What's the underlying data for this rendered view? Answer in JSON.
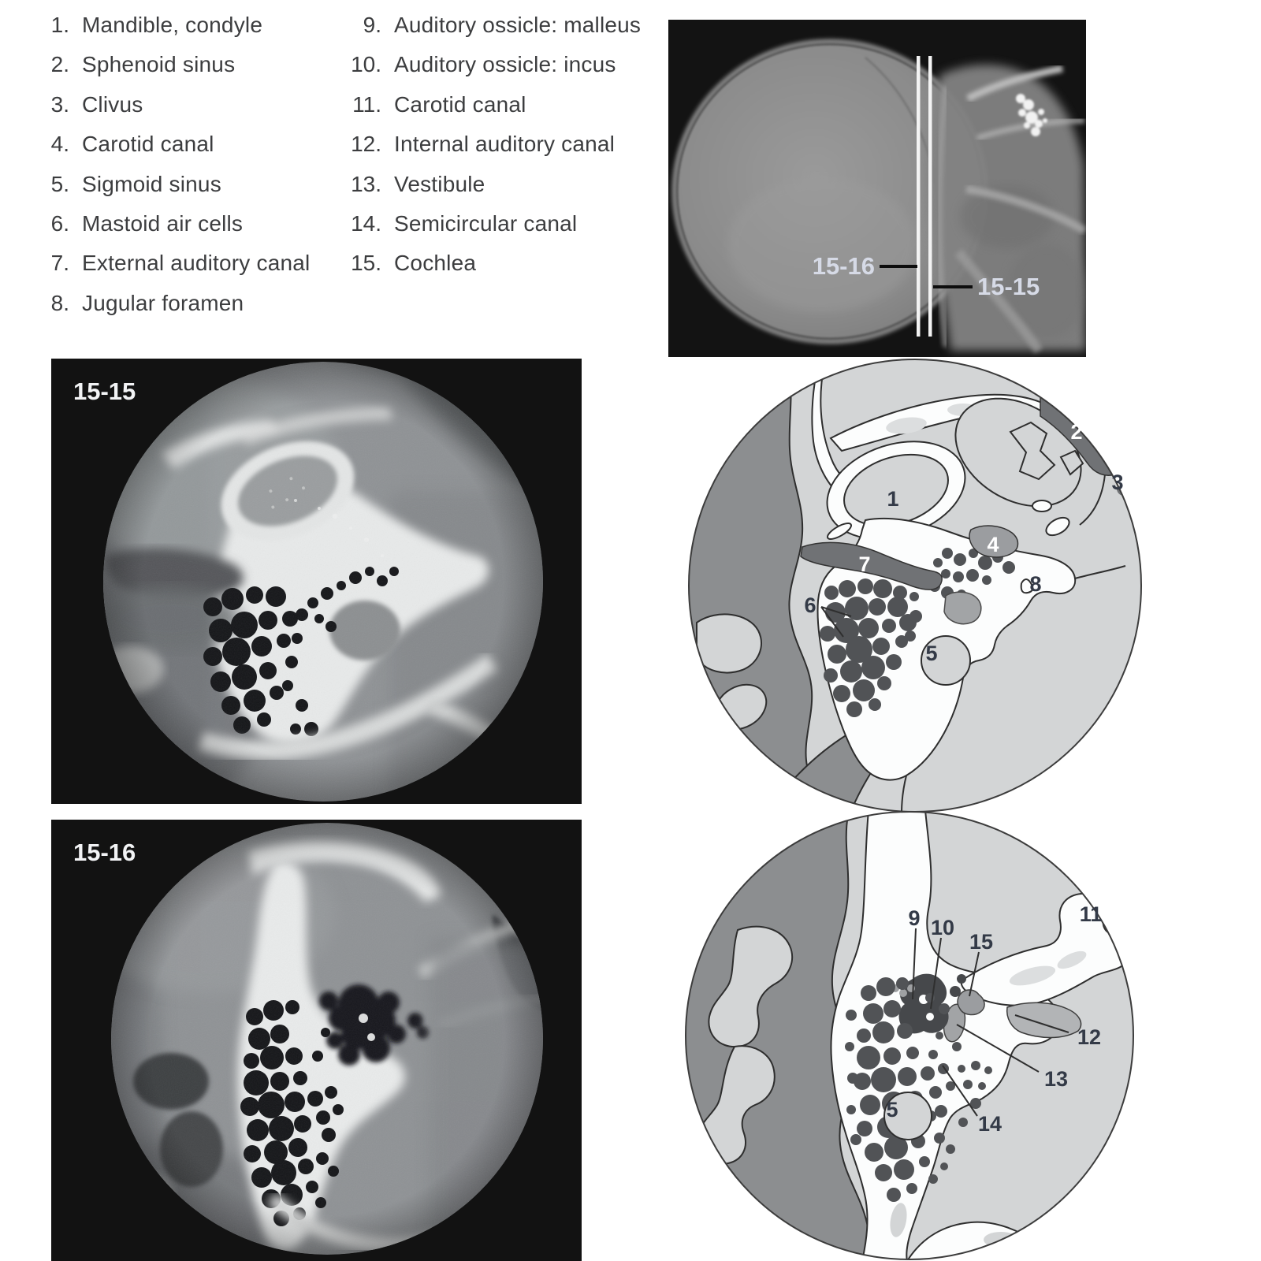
{
  "legend": {
    "left": [
      {
        "n": "1.",
        "t": "Mandible, condyle"
      },
      {
        "n": "2.",
        "t": "Sphenoid sinus"
      },
      {
        "n": "3.",
        "t": "Clivus"
      },
      {
        "n": "4.",
        "t": "Carotid canal"
      },
      {
        "n": "5.",
        "t": "Sigmoid sinus"
      },
      {
        "n": "6.",
        "t": "Mastoid air cells"
      },
      {
        "n": "7.",
        "t": "External auditory canal"
      },
      {
        "n": "8.",
        "t": "Jugular foramen"
      }
    ],
    "right": [
      {
        "n": "9.",
        "t": "Auditory ossicle: malleus"
      },
      {
        "n": "10.",
        "t": "Auditory ossicle: incus"
      },
      {
        "n": "11.",
        "t": "Carotid canal"
      },
      {
        "n": "12.",
        "t": "Internal auditory canal"
      },
      {
        "n": "13.",
        "t": "Vestibule"
      },
      {
        "n": "14.",
        "t": "Semicircular canal"
      },
      {
        "n": "15.",
        "t": "Cochlea"
      }
    ]
  },
  "scout": {
    "label_left": "15-16",
    "label_right": "15-15"
  },
  "ct": {
    "slice1": "15-15",
    "slice2": "15-16"
  },
  "diagram_top": {
    "labels": [
      "1",
      "2",
      "3",
      "4",
      "5",
      "6",
      "7",
      "8"
    ]
  },
  "diagram_bottom": {
    "labels": [
      "5",
      "9",
      "10",
      "11",
      "12",
      "13",
      "14",
      "15"
    ]
  },
  "colors": {
    "page_bg": "#ffffff",
    "panel_bg": "#121212",
    "legend_text": "#3c3d3f",
    "diagram_light_gray": "#d3d5d6",
    "diagram_band_gray": "#8c8e90",
    "diagram_dark_blob": "#707275",
    "diagram_small_gray": "#9b9da0",
    "mastoid_cells": "#515356",
    "diagram_outline": "#2e2e2e",
    "label_dark": "#333a47",
    "label_white": "#ffffff",
    "ct_base_gray": "#8f9295",
    "ct_bone_white": "#e8eaea",
    "scout_label": "#d6dae6"
  }
}
